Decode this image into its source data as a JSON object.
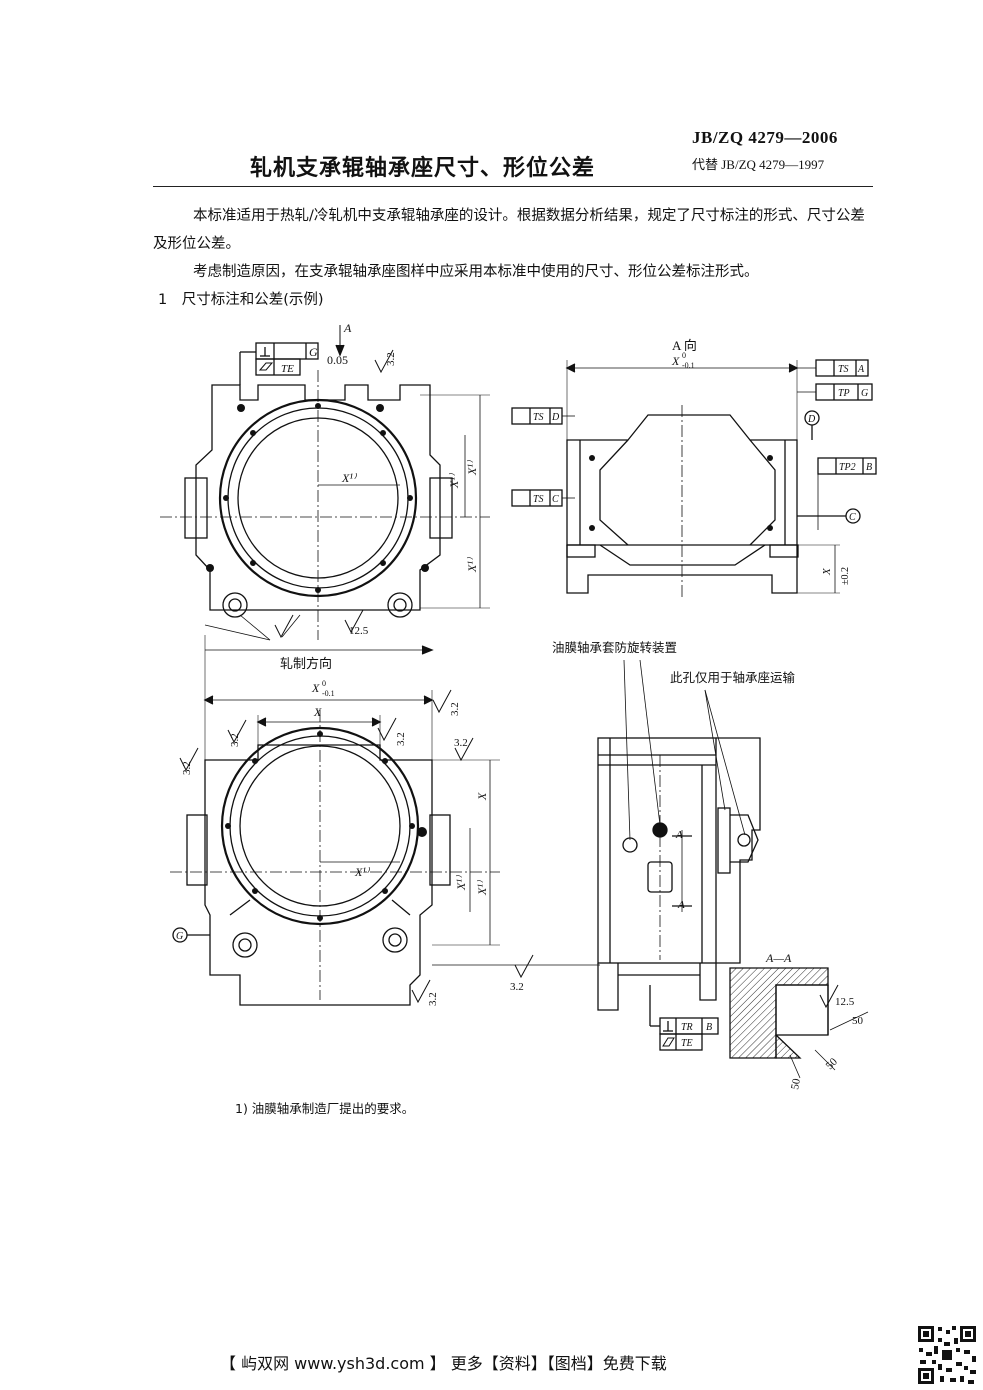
{
  "header": {
    "standard_no": "JB/ZQ 4279—2006",
    "replaces": "代替 JB/ZQ 4279—1997",
    "title": "轧机支承辊轴承座尺寸、形位公差"
  },
  "body": {
    "paragraph1": "本标准适用于热轧/冷轧机中支承辊轴承座的设计。根据数据分析结果，规定了尺寸标注的形式、尺寸公差及形位公差。",
    "paragraph2": "考虑制造原因，在支承辊轴承座图样中应采用本标准中使用的尺寸、形位公差标注形式。",
    "section1": "1　尺寸标注和公差(示例)"
  },
  "drawing": {
    "view_a_title": "A 向",
    "rolling_direction": "轧制方向",
    "anti_rotation_label": "油膜轴承套防旋转装置",
    "transport_hole_label": "此孔仅用于轴承座运输",
    "section_label": "A—A",
    "roughness_32": "3.2",
    "roughness_125": "12.5",
    "roughness_50": "50",
    "dim_x": "X",
    "dim_x1": "X¹⁾",
    "dim_x_tol": "X",
    "tol_upper": "0",
    "tol_lower": "-0.1",
    "dim_pm": "±0.2",
    "datum_a": "A",
    "datum_b": "B",
    "datum_c": "C",
    "datum_d": "D",
    "datum_g": "G",
    "tol_perp_value": "0.05",
    "tol_te": "TE",
    "tol_ts": "TS",
    "tol_tp": "TP",
    "tol_tp2": "TP2",
    "tol_tr": "TR"
  },
  "footnote": "1) 油膜轴承制造厂提出的要求。",
  "banner": "【 屿双网 www.ysh3d.com 】 更多【资料】【图档】免费下载"
}
